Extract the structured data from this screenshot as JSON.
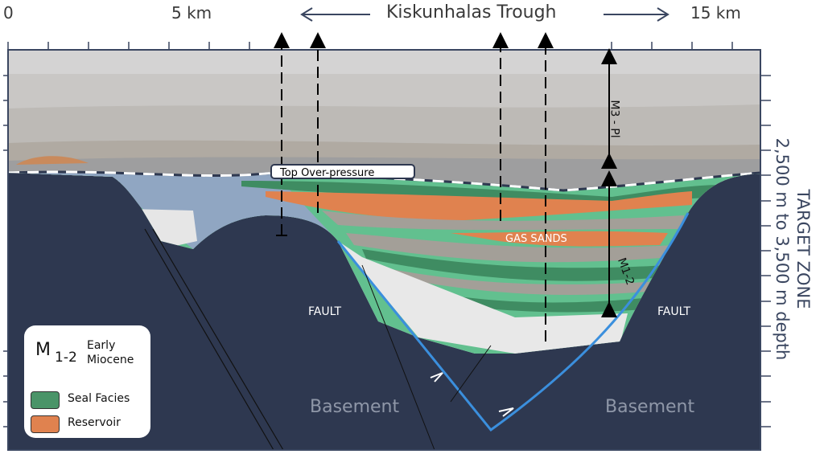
{
  "scale": {
    "zero": "0",
    "five": "5 km",
    "fifteen": "15 km"
  },
  "title": "Kiskunhalas Trough",
  "labels": {
    "top_overpressure": "Top Over-pressure",
    "gas_sands": "GAS SANDS",
    "fault_left": "FAULT",
    "fault_right": "FAULT",
    "basement_left": "Basement",
    "basement_right": "Basement",
    "m3_pl": "M3 - Pl",
    "m1_2": "M1-2"
  },
  "target_zone": {
    "title": "TARGET ZONE",
    "depth": "2,500 m to 3,500 m depth"
  },
  "legend": {
    "symbol": "M",
    "subscript": "1-2",
    "age_line1": "Early",
    "age_line2": "Miocene",
    "items": [
      {
        "label": "Seal Facies",
        "color": "#4a9468"
      },
      {
        "label": "Reservoir",
        "color": "#e0824f"
      }
    ]
  },
  "colors": {
    "basement": "#2e3850",
    "fault": "#3b8fdd",
    "seal": "#4a9468",
    "reservoir": "#e0824f",
    "green_light": "#62c08f"
  }
}
